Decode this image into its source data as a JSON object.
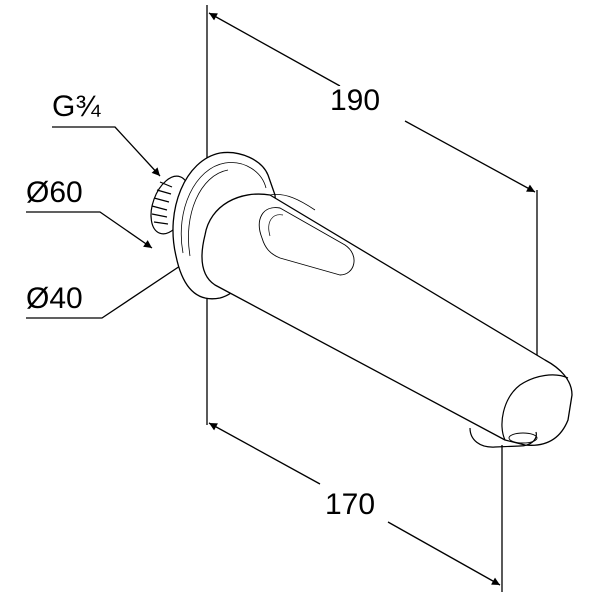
{
  "drawing": {
    "dimensions": {
      "overall_length": "190",
      "projection": "170"
    },
    "callouts": {
      "thread": "G¾",
      "rosette_diameter": "Ø60",
      "spout_diameter": "Ø40"
    },
    "line_color": "#000000"
  }
}
